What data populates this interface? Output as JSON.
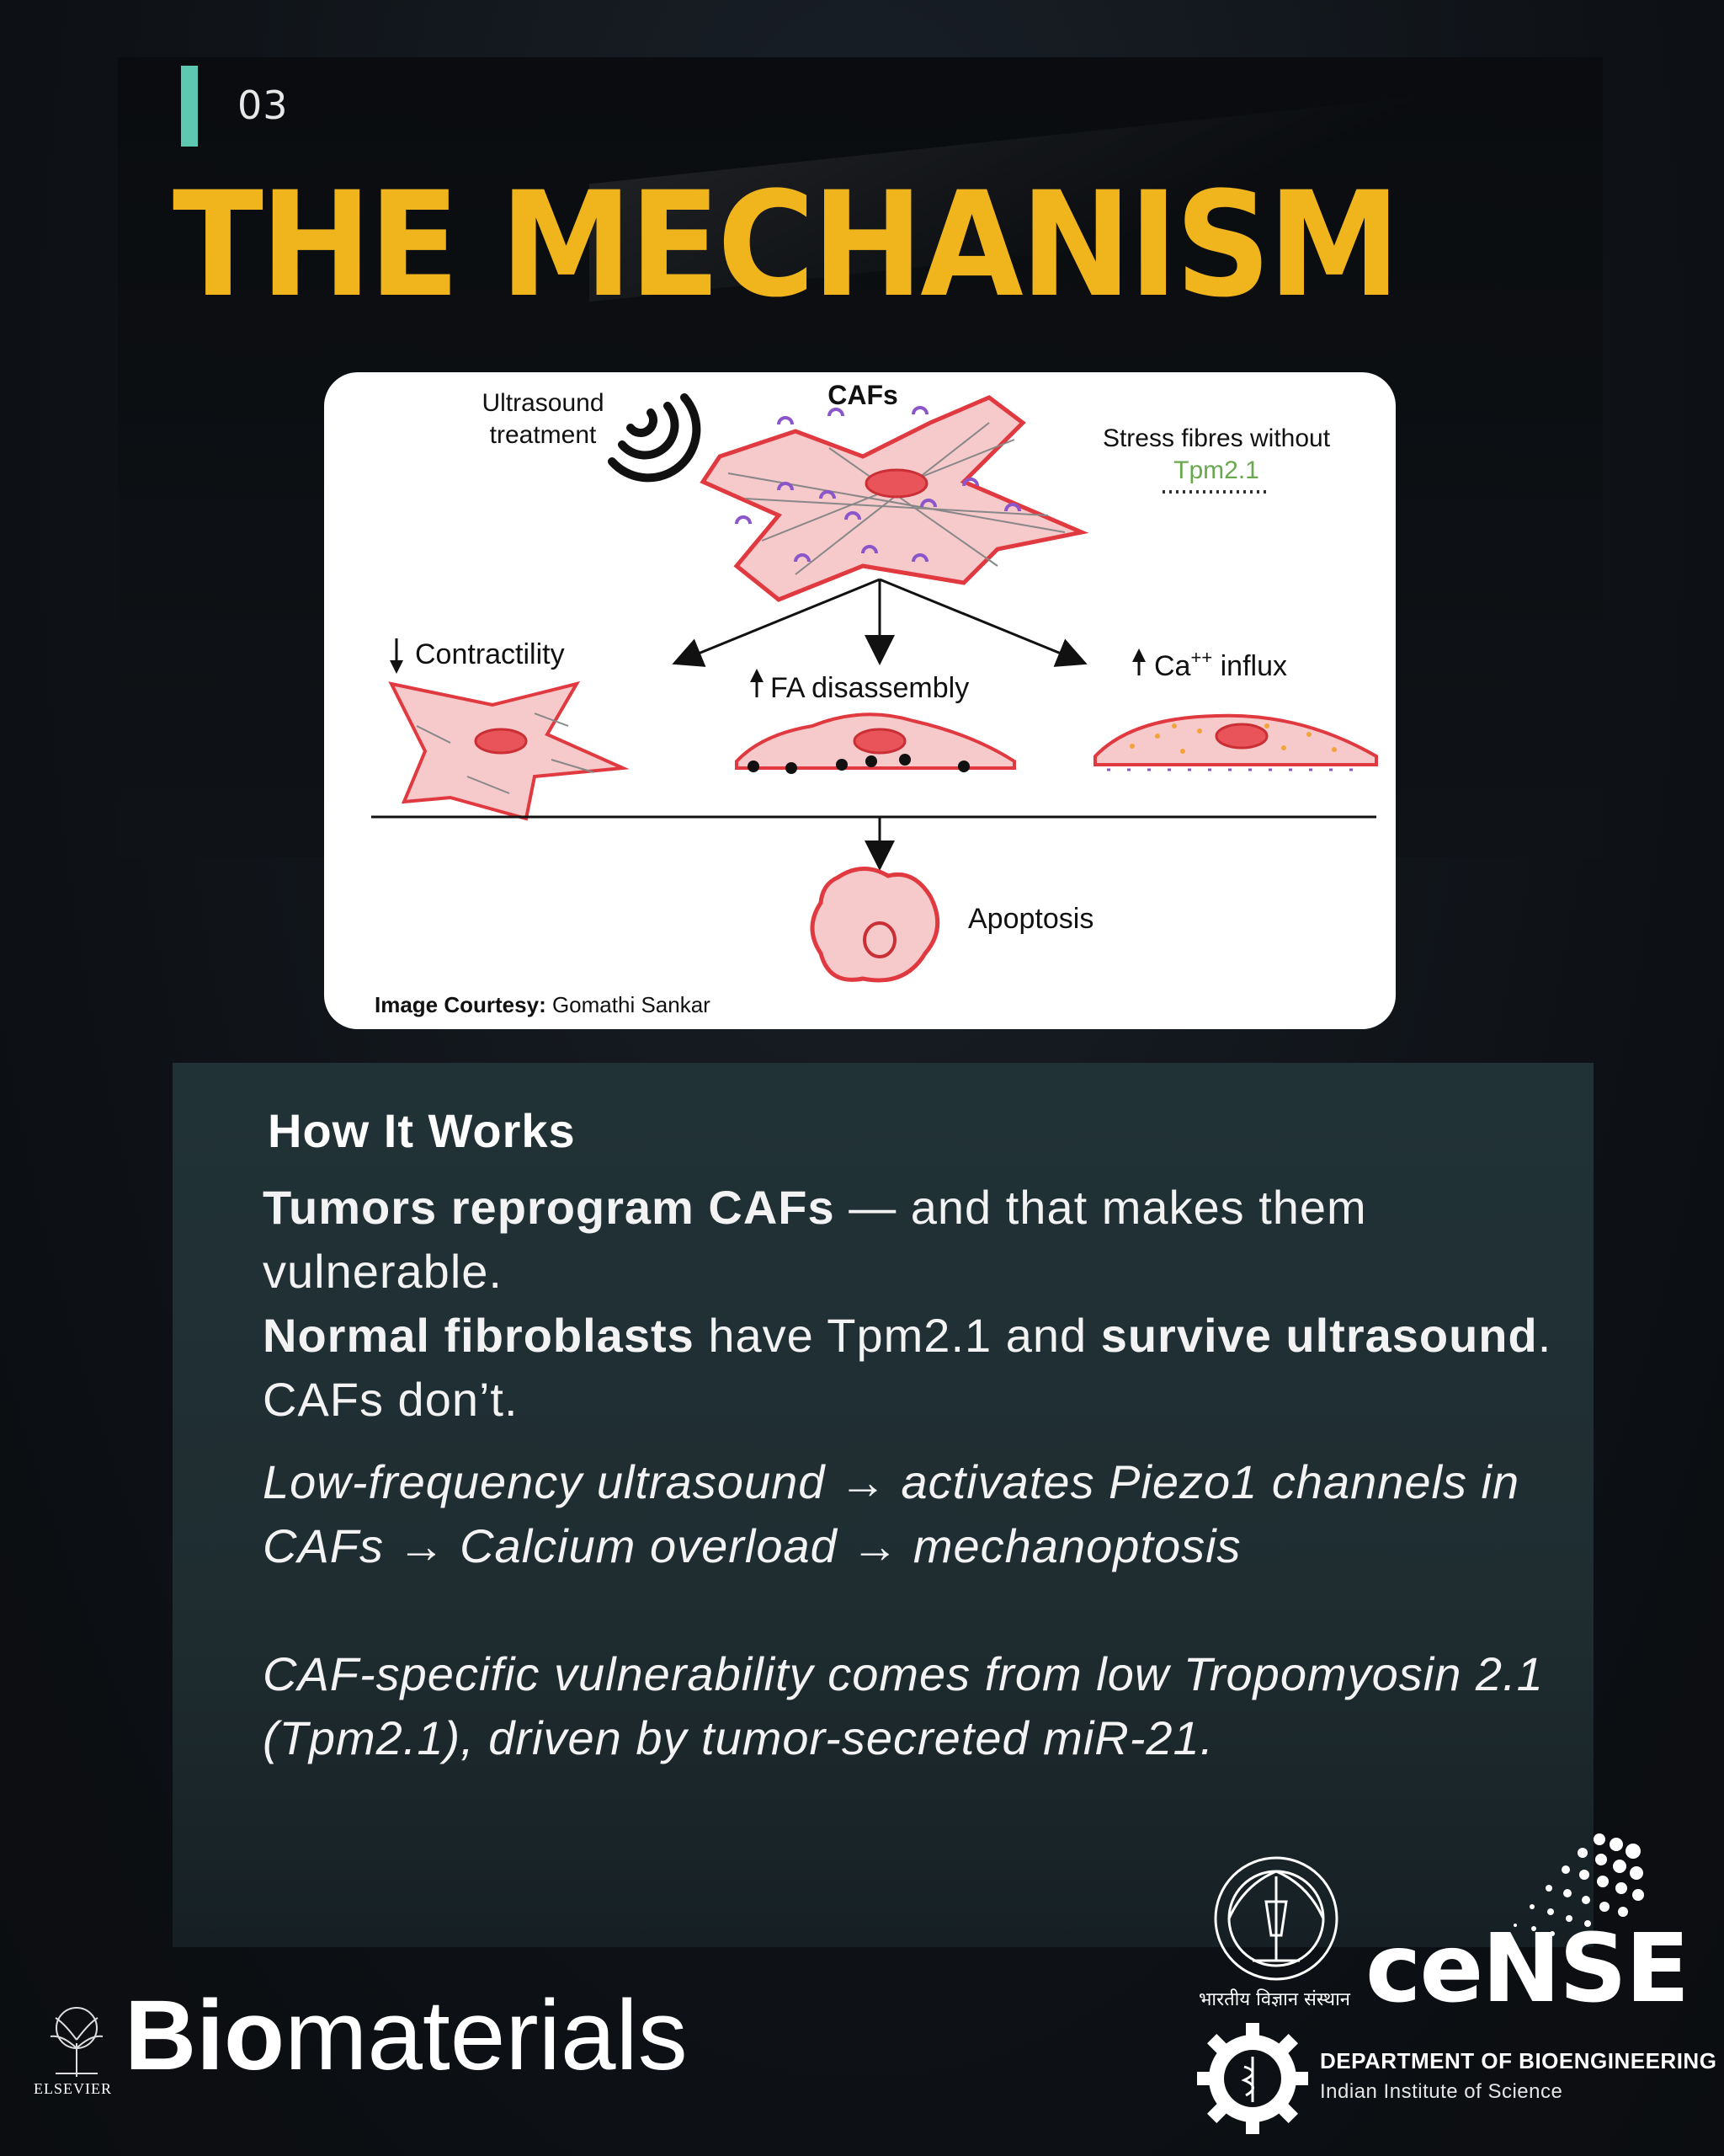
{
  "header": {
    "section_number": "03",
    "title": "THE MECHANISM"
  },
  "figure": {
    "ultrasound_label_1": "Ultrasound",
    "ultrasound_label_2": "treatment",
    "cafs_label": "CAFs",
    "stress_label": "Stress fibres without",
    "tpm_label": "Tpm2.1",
    "contractility_label": "Contractility",
    "fa_label": "FA disassembly",
    "ca_label_base": "Ca",
    "ca_label_sup": "++",
    "ca_label_rest": " influx",
    "apoptosis_label": "Apoptosis",
    "courtesy_bold": "Image Courtesy:",
    "courtesy_name": " Gomathi Sankar"
  },
  "how_it_works": {
    "heading": "How It Works",
    "p1_bold": "Tumors reprogram CAFs",
    "p1_rest": " — and that makes them vulnerable.",
    "p2_bold1": "Normal fibroblasts",
    "p2_mid": " have Tpm2.1 and ",
    "p2_bold2": "survive ultrasound",
    "p2_rest": ". CAFs don’t.",
    "p3": "Low-frequency ultrasound → activates Piezo1 channels in CAFs → Calcium overload → mechanoptosis",
    "p4": "CAF-specific vulnerability comes from low Tropomyosin 2.1 (Tpm2.1), driven by tumor-secreted miR-21."
  },
  "footer": {
    "journal_bold": "Bio",
    "journal_rest": "materials",
    "publisher": "ELSEVIER",
    "iisc_hindi": "भारतीय विज्ञान संस्थान",
    "cense": "ceNSE",
    "department": "DEPARTMENT OF BIOENGINEERING",
    "institute": "Indian Institute of Science"
  },
  "colors": {
    "title": "#f0b41c",
    "accent_bar": "#5fc8b1",
    "box": "#213237",
    "cell_fill": "#f6c9cb",
    "cell_stroke": "#e0393f",
    "tpm_green": "#6aa84f"
  }
}
